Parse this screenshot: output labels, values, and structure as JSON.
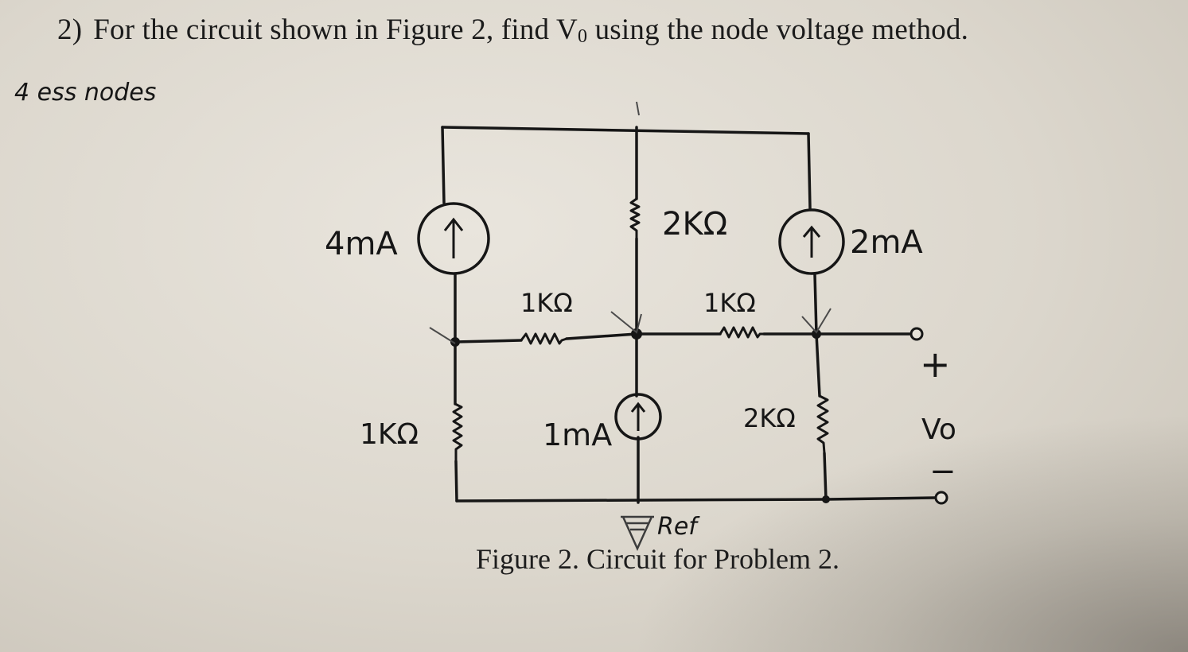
{
  "problem": {
    "number": "2)",
    "text_before_sub": "For the circuit shown in Figure 2, find V",
    "subscript": "0",
    "text_after_sub": " using the node voltage method."
  },
  "caption": "Figure 2. Circuit for Problem 2.",
  "handwritten_note": "4 ess nodes",
  "components": {
    "source_left": "4mA",
    "resistor_top_middle": "2KΩ",
    "source_right": "2mA",
    "resistor_mid_left": "1KΩ",
    "resistor_mid_right": "1KΩ",
    "resistor_bottom_left": "1KΩ",
    "source_middle": "1mA",
    "resistor_bottom_right": "2KΩ"
  },
  "output": {
    "plus": "+",
    "label": "Vo",
    "minus": "−"
  },
  "reference_label": "Ref",
  "colors": {
    "paper": "#e3dfd6",
    "ink": "#161616",
    "pencil": "#4a4a4a",
    "print": "#1b1b1b"
  }
}
